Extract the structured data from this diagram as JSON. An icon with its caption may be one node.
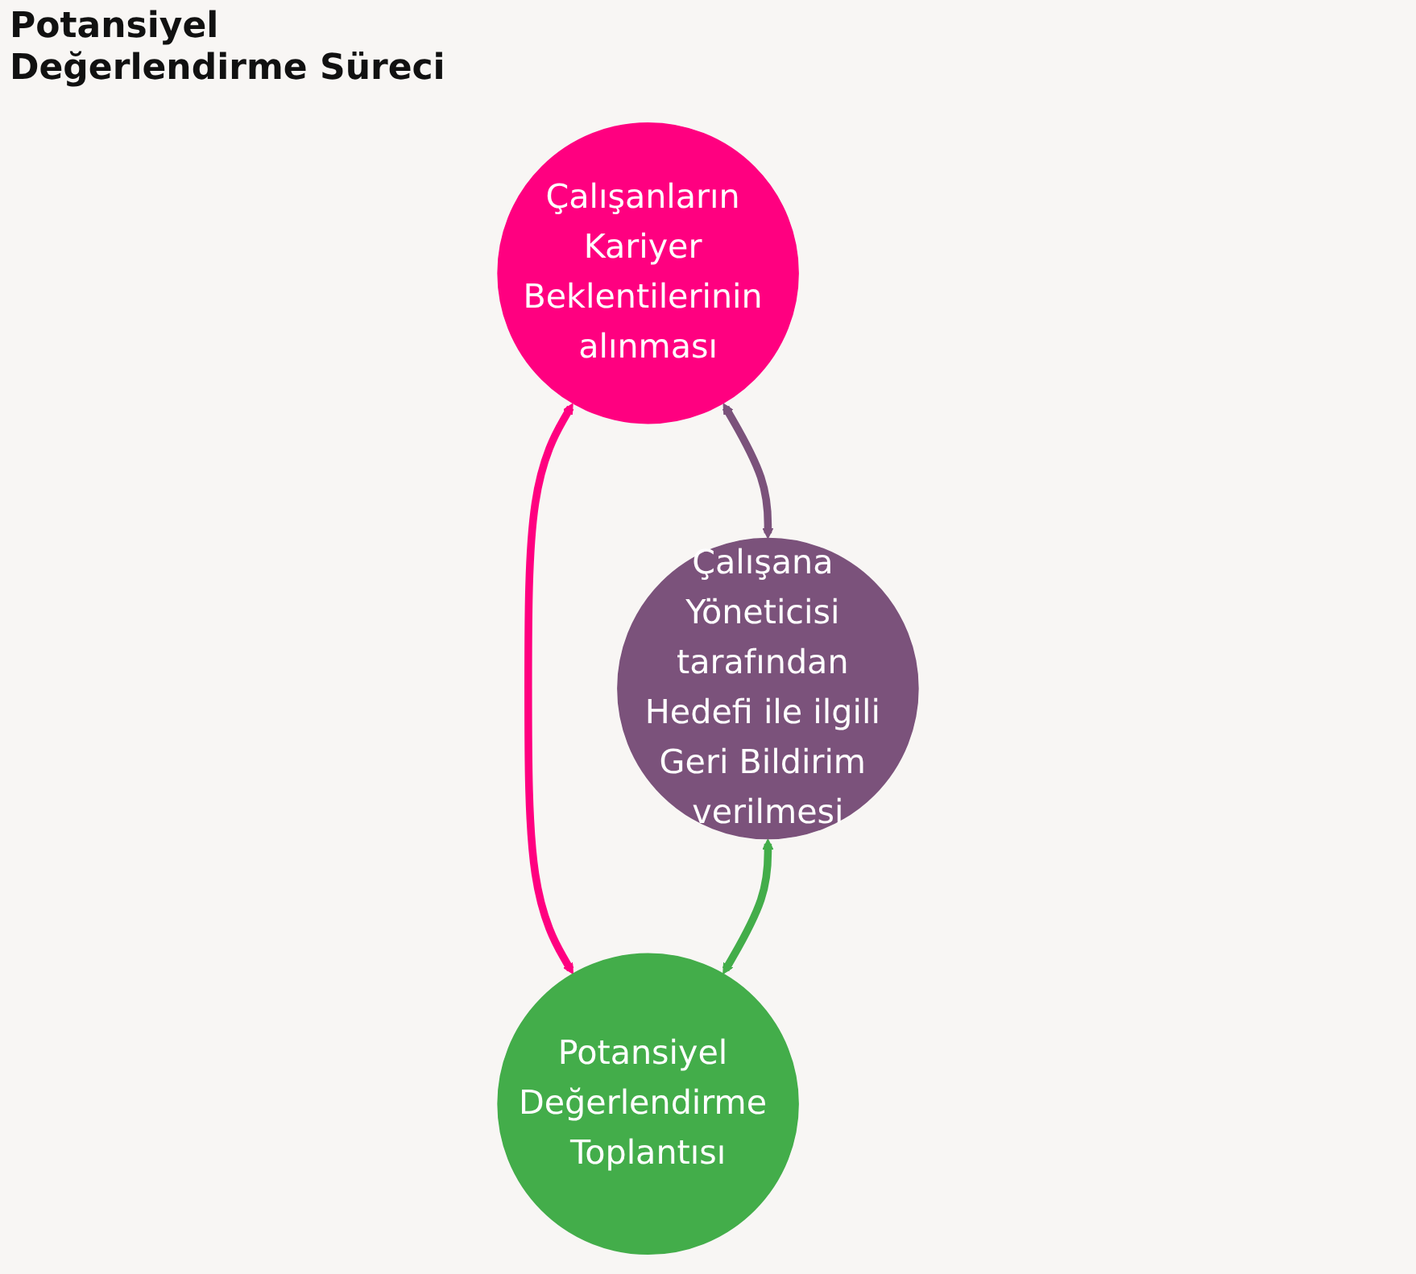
{
  "diagram": {
    "title": "Potansiyel Değerlendirme Süreci",
    "nodes": [
      {
        "text": [
          "Çalışanların Kariyer Beklentilerinin alınması"
        ]
      },
      {
        "text": [
          "Çalışana Yöneticisi tarafından Hedefi ile ilgili Geri Bildirim verilmesi"
        ]
      },
      {
        "text": [
          "Potansiyel Değerlendirme Toplantısı"
        ]
      }
    ],
    "edges": [
      {
        "from": 0,
        "to": 1,
        "arrow": "both",
        "color": "#7b527b"
      },
      {
        "from": 0,
        "to": 2,
        "arrow": "both",
        "color": "#ff0080"
      },
      {
        "from": 1,
        "to": 2,
        "arrow": "both",
        "color": "#43ad4a"
      }
    ]
  }
}
